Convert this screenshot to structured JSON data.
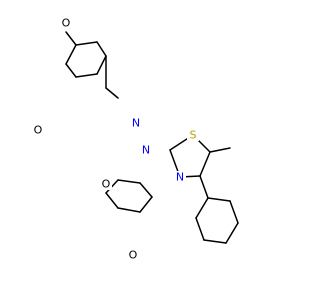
{
  "molecule": {
    "colors": {
      "bond": "#000000",
      "N": "#0000ff",
      "S": "#b8a000",
      "O": "#000000",
      "background": "#ffffff"
    },
    "atoms": {
      "O1": "O",
      "O2": "O",
      "O3": "O",
      "O4": "O",
      "N1": "N",
      "N2": "N",
      "N3": "N",
      "S1": "S"
    }
  }
}
